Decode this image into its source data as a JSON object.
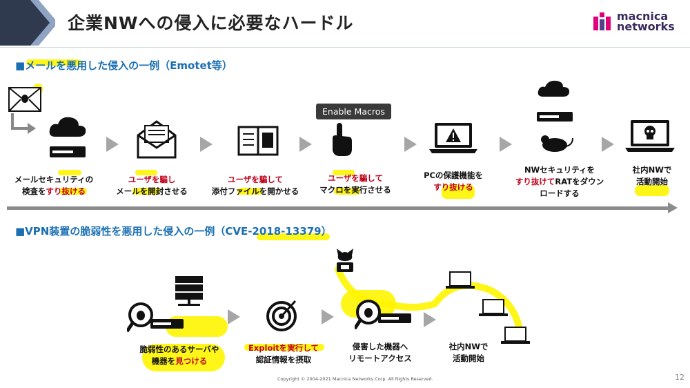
{
  "header": {
    "title": "企業NWへの侵入に必要なハードル",
    "logo_line1": "macnica",
    "logo_line2": "networks"
  },
  "section1": {
    "title": "■メールを悪用した侵入の一例（Emotet等）",
    "tooltip": "Enable Macros",
    "steps": [
      {
        "l1a": "メールセキュリティの",
        "l2a": "検査を",
        "l2b": "すり抜ける"
      },
      {
        "l1": "ユーザを騙し",
        "l2a": "メールを開封させる"
      },
      {
        "l1": "ユーザを騙して",
        "l2a": "添付ファイルを開かせる"
      },
      {
        "l1": "ユーザを騙して",
        "l2a": "マクロを実行させる"
      },
      {
        "l1a": "PCの保護機能を",
        "l2b": "すり抜ける"
      },
      {
        "l1a": "NWセキュリティを",
        "l2b": "すり抜けて",
        "l2c": "RATをダウン",
        "l3": "ロードする"
      },
      {
        "l1a": "社内NWで",
        "l2a": "活動開始"
      }
    ]
  },
  "section2": {
    "title": "■VPN装置の脆弱性を悪用した侵入の一例（CVE-2018-13379）",
    "steps": [
      {
        "l1": "脆弱性のあるサーバや",
        "l2a": "機器を",
        "l2b": "見つける"
      },
      {
        "l1a": "Exploitを実行して",
        "l2": "認証情報を摂取"
      },
      {
        "l1": "侵害した機器へ",
        "l2": "リモートアクセス"
      },
      {
        "l1": "社内NWで",
        "l2": "活動開始"
      }
    ]
  },
  "footer": {
    "copyright": "Copyright © 2004-2021 Macnica Networks Corp. All Rights Reserved.",
    "page": "12"
  }
}
